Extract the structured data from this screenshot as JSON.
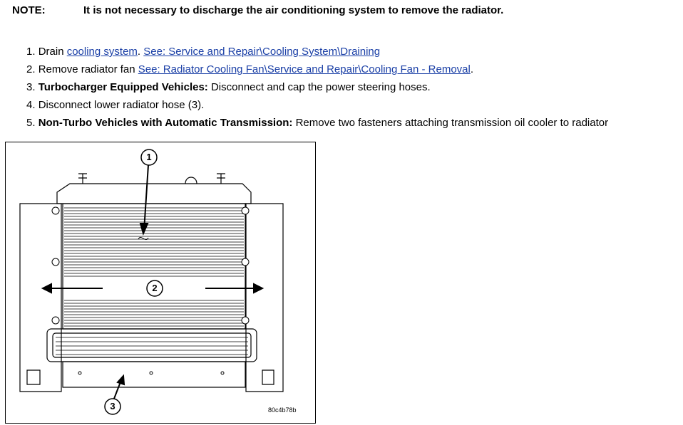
{
  "note": {
    "label": "NOTE:",
    "text": "It is not necessary to discharge the air conditioning system to remove the radiator."
  },
  "steps": [
    {
      "num": "1.",
      "pre": "Drain ",
      "link1": "cooling system",
      "mid": ". ",
      "link2": "See: Service and Repair\\Cooling System\\Draining"
    },
    {
      "num": "2.",
      "pre": "Remove radiator fan ",
      "link1": "See: Radiator Cooling Fan\\Service and Repair\\Cooling Fan - Removal",
      "post": "."
    },
    {
      "num": "3.",
      "bold": "Turbocharger Equipped Vehicles:",
      "text": " Disconnect and cap the power steering hoses."
    },
    {
      "num": "4.",
      "text": "Disconnect lower radiator hose (3)."
    },
    {
      "num": "5.",
      "bold": "Non-Turbo Vehicles with Automatic Transmission:",
      "text": " Remove two fasteners attaching transmission oil cooler to radiator"
    }
  ],
  "figure": {
    "callouts": [
      "1",
      "2",
      "3"
    ],
    "id": "80c4b78b"
  }
}
